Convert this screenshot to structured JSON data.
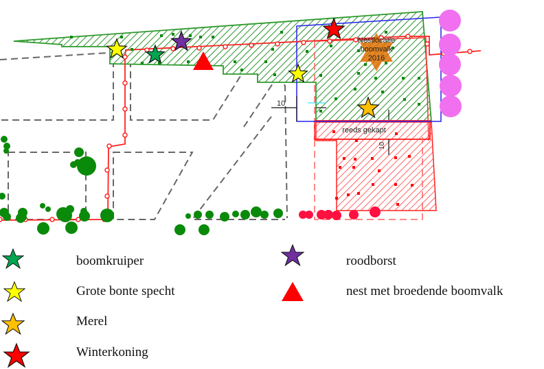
{
  "map": {
    "site_labels": {
      "nest_location_line1": "Nestlocatie",
      "nest_location_line2": "boomvalk",
      "nest_location_line3": "2016",
      "already_felled": "reeds gekapt",
      "dimension_left": "10",
      "dimension_right": "10"
    },
    "colors": {
      "retained_zone": "#2e9a2e",
      "felled_zone": "#ff3030",
      "route_line": "#ff2020",
      "boundary_blue": "#2222ee",
      "existing_tree": "#0a8a0a",
      "removed_tree": "#ff1040",
      "pink_tree": "#f070f0",
      "nest_marker": "#e07000"
    },
    "observations": [
      {
        "species": "Winterkoning",
        "color": "#ff0000"
      },
      {
        "species": "Grote bonte specht",
        "color": "#ffff00"
      },
      {
        "species": "Grote bonte specht",
        "color": "#ffff00"
      },
      {
        "species": "boomkruiper",
        "color": "#00a550"
      },
      {
        "species": "roodborst",
        "color": "#7030a0"
      },
      {
        "species": "Merel",
        "color": "#ffc000"
      },
      {
        "species": "nest met broedende boomvalk",
        "color": "#ff0000"
      }
    ]
  },
  "legend": {
    "items": [
      {
        "label": "boomkruiper",
        "symbol": "star",
        "color": "#00a550"
      },
      {
        "label": "Grote bonte specht",
        "symbol": "star",
        "color": "#ffff00"
      },
      {
        "label": "Merel",
        "symbol": "star",
        "color": "#ffc000"
      },
      {
        "label": "Winterkoning",
        "symbol": "star",
        "color": "#ff0000"
      },
      {
        "label": "roodborst",
        "symbol": "star",
        "color": "#7030a0"
      },
      {
        "label": "nest met broedende boomvalk",
        "symbol": "triangle",
        "color": "#ff0000"
      }
    ]
  }
}
